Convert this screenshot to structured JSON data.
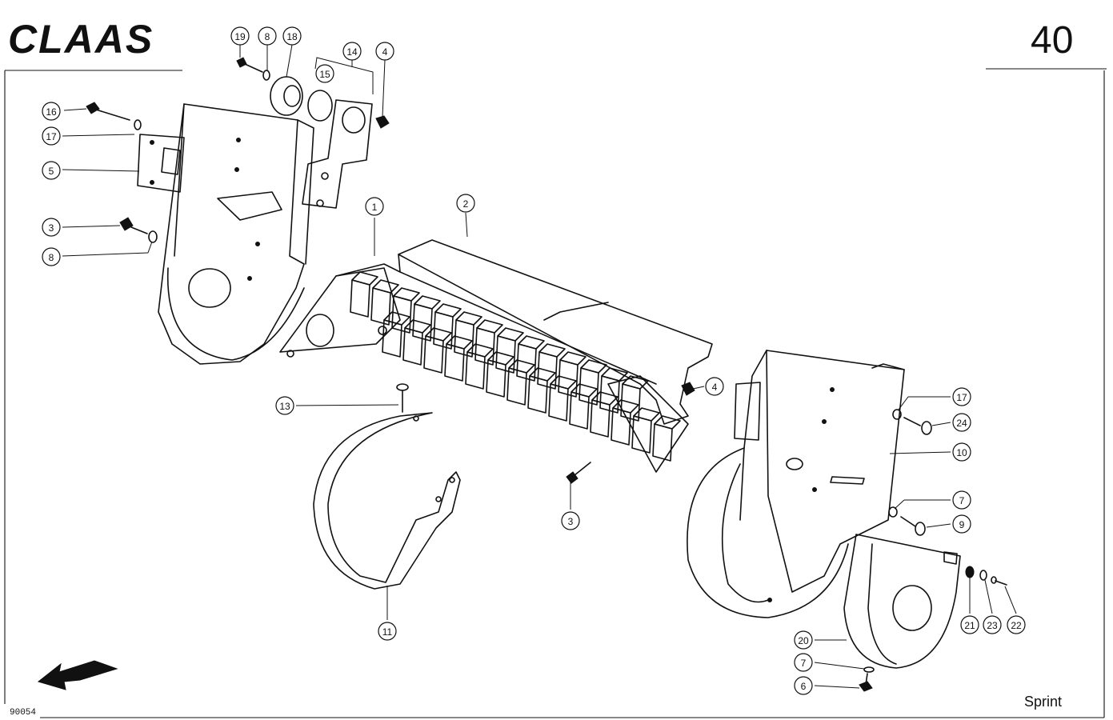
{
  "header": {
    "brand": "CLAAS",
    "page_number": "40"
  },
  "footer": {
    "drawing_number": "90054",
    "model": "Sprint"
  },
  "icons": {
    "direction": "travel-direction-arrow-icon"
  },
  "callouts": [
    {
      "id": "c19a",
      "label": "19"
    },
    {
      "id": "c8a",
      "label": "8"
    },
    {
      "id": "c18",
      "label": "18"
    },
    {
      "id": "c14",
      "label": "14"
    },
    {
      "id": "c4a",
      "label": "4"
    },
    {
      "id": "c15",
      "label": "15"
    },
    {
      "id": "c16",
      "label": "16"
    },
    {
      "id": "c17a",
      "label": "17"
    },
    {
      "id": "c5",
      "label": "5"
    },
    {
      "id": "c3a",
      "label": "3"
    },
    {
      "id": "c8b",
      "label": "8"
    },
    {
      "id": "c1",
      "label": "1"
    },
    {
      "id": "c2",
      "label": "2"
    },
    {
      "id": "c13",
      "label": "13"
    },
    {
      "id": "c4b",
      "label": "4"
    },
    {
      "id": "c17b",
      "label": "17"
    },
    {
      "id": "c24",
      "label": "24"
    },
    {
      "id": "c10",
      "label": "10"
    },
    {
      "id": "c3b",
      "label": "3"
    },
    {
      "id": "c7a",
      "label": "7"
    },
    {
      "id": "c9",
      "label": "9"
    },
    {
      "id": "c11",
      "label": "11"
    },
    {
      "id": "c21",
      "label": "21"
    },
    {
      "id": "c23",
      "label": "23"
    },
    {
      "id": "c22",
      "label": "22"
    },
    {
      "id": "c20",
      "label": "20"
    },
    {
      "id": "c7b",
      "label": "7"
    },
    {
      "id": "c6",
      "label": "6"
    }
  ]
}
